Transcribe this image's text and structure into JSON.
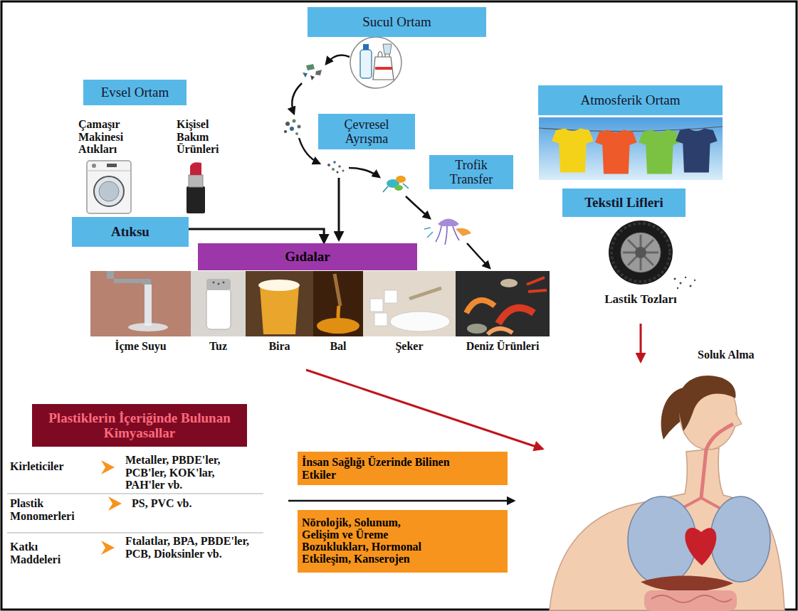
{
  "diagram": {
    "nodes": [
      {
        "text": [
          "Sucul Ortam"
        ]
      },
      {
        "text": [
          "Evsel Ortam"
        ]
      },
      {
        "text": [
          "Çevresel Ayrışma"
        ]
      },
      {
        "text": [
          "Atmosferik Ortam"
        ]
      },
      {
        "text": [
          "Trofik Transfer"
        ]
      },
      {
        "text": [
          "Tekstil Lifleri"
        ]
      },
      {
        "text": [
          "Atıksu"
        ]
      },
      {
        "text": [
          "Gıdalar"
        ]
      },
      {
        "text": [
          "Plastiklerin İçeriğinde Bulunan Kimyasallar"
        ]
      },
      {
        "text": [
          "İnsan Sağlığı Üzerinde Bilinen Etkiler"
        ]
      },
      {
        "text": [
          "Nörolojik, Solunum, Gelişim ve Üreme Bozuklukları, Hormonal Etkileşim, Kanserojen"
        ]
      }
    ],
    "edges": [
      {
        "from": 6,
        "to": 7,
        "arrow": "to"
      }
    ],
    "labels": [
      "Çamaşır Makinesi Atıkları",
      "Kişisel Bakım Ürünleri",
      "İçme Suyu",
      "Tuz",
      "Bira",
      "Bal",
      "Şeker",
      "Deniz Ürünleri",
      "Lastik Tozları",
      "Soluk Alma",
      "Kirleticiler",
      "Metaller, PBDE'ler, PCB'ler, KOK'lar, PAH'ler vb.",
      "Plastik Monomerleri",
      "PS, PVC vb.",
      "Katkı Maddeleri",
      "Ftalatlar, BPA, PBDE'ler, PCB, Dioksinler vb."
    ]
  }
}
